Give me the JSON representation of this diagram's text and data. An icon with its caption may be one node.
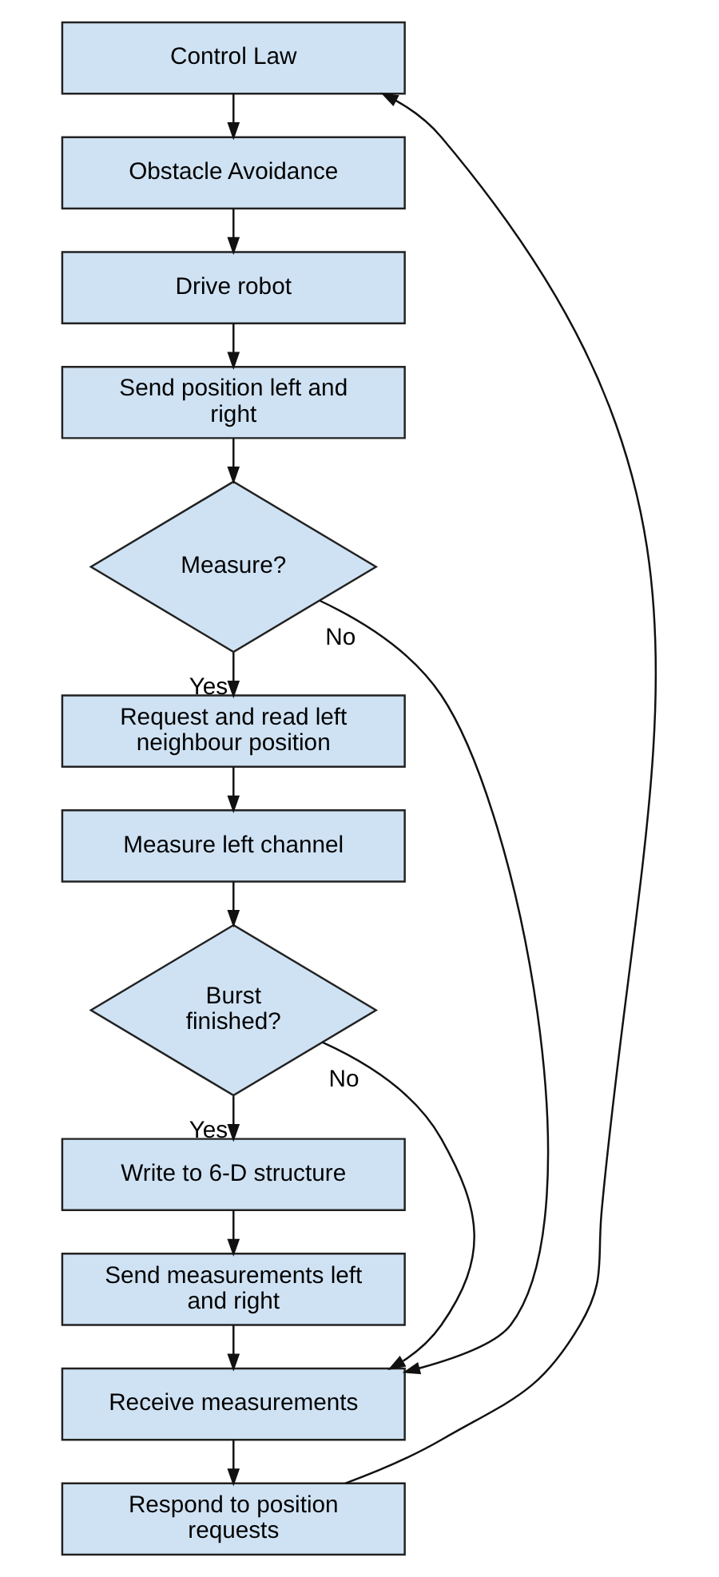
{
  "diagram": {
    "nodes": [
      {
        "text": [
          "Control Law"
        ]
      },
      {
        "text": [
          "Obstacle Avoidance"
        ]
      },
      {
        "text": [
          "Drive robot"
        ]
      },
      {
        "text": [
          "Send position left and right"
        ]
      },
      {
        "text": [
          "Measure?"
        ]
      },
      {
        "text": [
          "Request and read left neighbour position"
        ]
      },
      {
        "text": [
          "Measure left channel"
        ]
      },
      {
        "text": [
          "Burst finished?"
        ]
      },
      {
        "text": [
          "Write to 6-D structure"
        ]
      },
      {
        "text": [
          "Send measurements left and right"
        ]
      },
      {
        "text": [
          "Receive measurements"
        ]
      },
      {
        "text": [
          "Respond to position requests"
        ]
      }
    ],
    "edges": [
      {
        "from": 0,
        "to": 1,
        "arrow": "to"
      },
      {
        "from": 1,
        "to": 2,
        "arrow": "to"
      },
      {
        "from": 2,
        "to": 3,
        "arrow": "to"
      },
      {
        "from": 3,
        "to": 4,
        "arrow": "to"
      },
      {
        "from": 4,
        "to": 5,
        "arrow": "to",
        "label": "Yes"
      },
      {
        "from": 4,
        "to": 10,
        "arrow": "to",
        "label": "No"
      },
      {
        "from": 5,
        "to": 6,
        "arrow": "to"
      },
      {
        "from": 6,
        "to": 7,
        "arrow": "to"
      },
      {
        "from": 7,
        "to": 8,
        "arrow": "to",
        "label": "Yes"
      },
      {
        "from": 7,
        "to": 10,
        "arrow": "to",
        "label": "No"
      },
      {
        "from": 8,
        "to": 9,
        "arrow": "to"
      },
      {
        "from": 9,
        "to": 10,
        "arrow": "to"
      },
      {
        "from": 10,
        "to": 11,
        "arrow": "to"
      },
      {
        "from": 11,
        "to": 0,
        "arrow": "to"
      }
    ]
  }
}
